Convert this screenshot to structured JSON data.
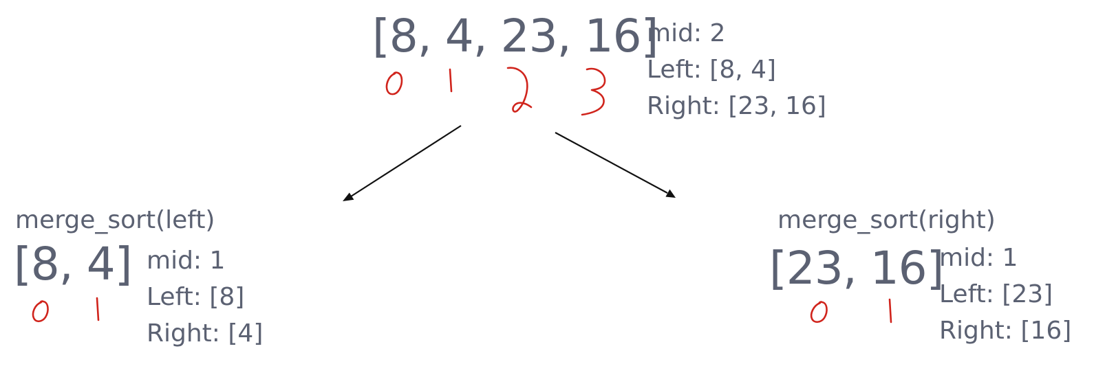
{
  "top": {
    "array": "[8, 4, 23, 16]",
    "mid": "mid: 2",
    "left": "Left: [8, 4]",
    "right": "Right: [23, 16]",
    "indices": [
      "0",
      "1",
      "2",
      "3"
    ]
  },
  "left_branch": {
    "call": "merge_sort(left)",
    "array": "[8, 4]",
    "mid": "mid: 1",
    "left": "Left: [8]",
    "right": "Right: [4]",
    "indices": [
      "0",
      "1"
    ]
  },
  "right_branch": {
    "call": "merge_sort(right)",
    "array": "[23, 16]",
    "mid": "mid: 1",
    "left": "Left: [23]",
    "right": "Right: [16]",
    "indices": [
      "0",
      "1"
    ]
  },
  "colors": {
    "text": "#5b6172",
    "arrow": "#111111",
    "handwriting": "#d0241c"
  }
}
